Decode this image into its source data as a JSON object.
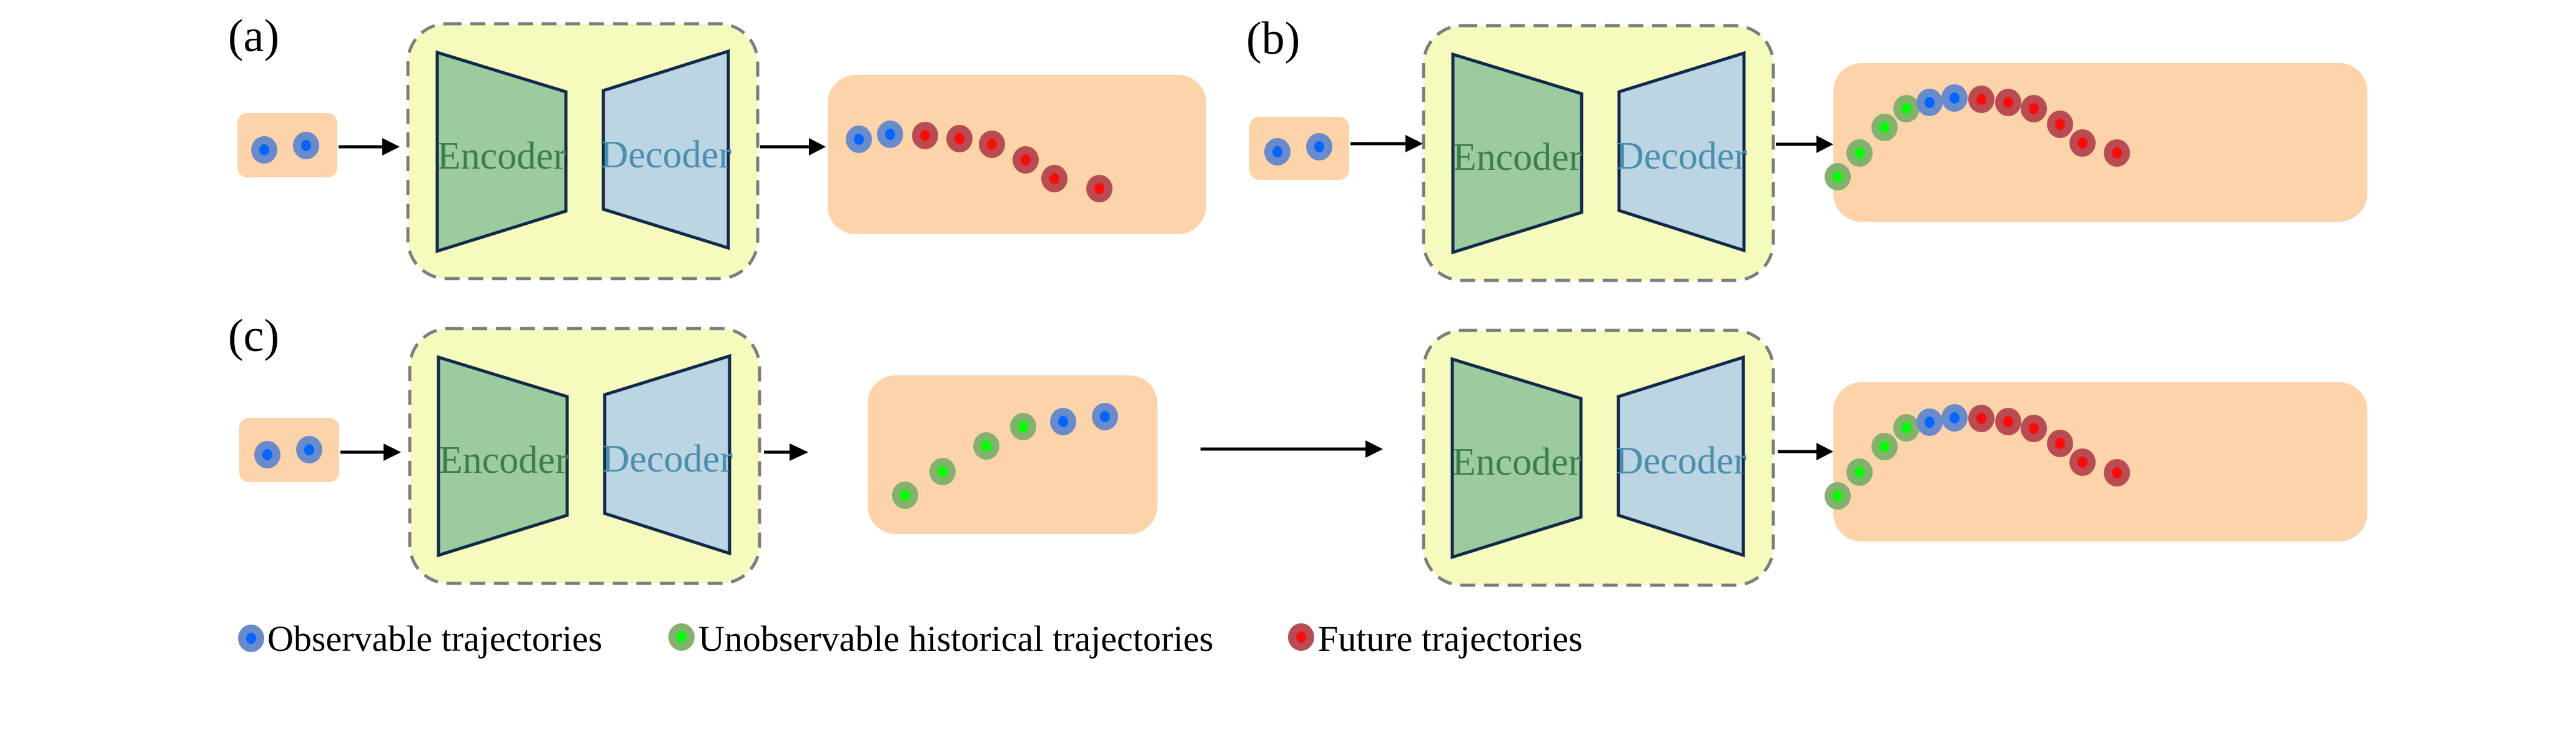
{
  "figure": {
    "colors": {
      "observable_outer": "#6a8bcb",
      "observable_inner": "#0066ff",
      "unobservable_outer": "#82b26e",
      "unobservable_inner": "#00ff00",
      "future_outer": "#b84c52",
      "future_inner": "#ff0a0a",
      "trajectory_box": "#fdd3aa",
      "model_box": "#f5fbbd",
      "encoder_fill": "#9bcb9e",
      "decoder_fill": "#bcd5e3",
      "encoder_text": "#3d7f4a",
      "decoder_text": "#4a8fb0"
    },
    "panels": [
      {
        "id": "a",
        "label": "(a)",
        "input": [
          "observable",
          "observable"
        ],
        "models": [
          {
            "encoder_label": "Encoder",
            "decoder_label": "Decoder"
          }
        ],
        "output": [
          "observable",
          "observable",
          "future",
          "future",
          "future",
          "future",
          "future",
          "future"
        ]
      },
      {
        "id": "b",
        "label": "(b)",
        "input": [
          "observable",
          "observable"
        ],
        "models": [
          {
            "encoder_label": "Encoder",
            "decoder_label": "Decoder"
          }
        ],
        "output": [
          "unobservable",
          "unobservable",
          "unobservable",
          "unobservable",
          "observable",
          "observable",
          "future",
          "future",
          "future",
          "future",
          "future",
          "future"
        ]
      },
      {
        "id": "c",
        "label": "(c)",
        "input": [
          "observable",
          "observable"
        ],
        "models": [
          {
            "encoder_label": "Encoder",
            "decoder_label": "Decoder"
          },
          {
            "encoder_label": "Encoder",
            "decoder_label": "Decoder"
          }
        ],
        "intermediate": [
          "unobservable",
          "unobservable",
          "unobservable",
          "unobservable",
          "observable",
          "observable"
        ],
        "output": [
          "unobservable",
          "unobservable",
          "unobservable",
          "unobservable",
          "observable",
          "observable",
          "future",
          "future",
          "future",
          "future",
          "future",
          "future"
        ]
      }
    ],
    "legend": [
      {
        "type": "observable",
        "label": "Observable trajectories"
      },
      {
        "type": "unobservable",
        "label": "Unobservable historical trajectories"
      },
      {
        "type": "future",
        "label": "Future trajectories"
      }
    ]
  }
}
